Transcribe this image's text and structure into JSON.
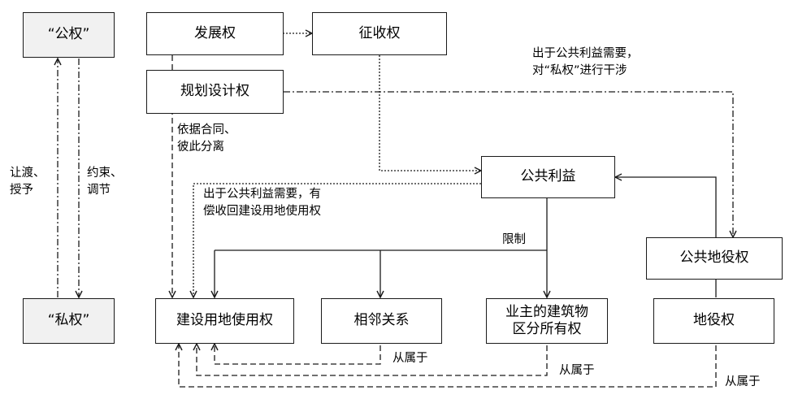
{
  "nodes": {
    "gong_quan": "“公权”",
    "si_quan": "“私权”",
    "fazhan": "发展权",
    "zhengshou": "征收权",
    "guihua": "规划设计权",
    "gonggong_liyi": "公共利益",
    "jianshe": "建设用地使用权",
    "xianglin": "相邻关系",
    "yezhu": "业主的建筑物\n区分所有权",
    "gonggong_diyi": "公共地役权",
    "diyi": "地役权"
  },
  "labels": {
    "rangdu": "让渡、\n授予",
    "yueshu": "约束、\n调节",
    "yiju": "依据合同、\n彼此分离",
    "chuyu_top": "出于公共利益需要，\n对“私权”进行干涉",
    "chuyu_mid": "出于公共利益需要，有\n偿收回建设用地使用权",
    "xianzhi": "限制",
    "congshu1": "从属于",
    "congshu2": "从属于",
    "congshu3": "从属于"
  },
  "colors": {
    "stroke": "#1a1a1a",
    "grey_fill": "#f1f1f1"
  }
}
